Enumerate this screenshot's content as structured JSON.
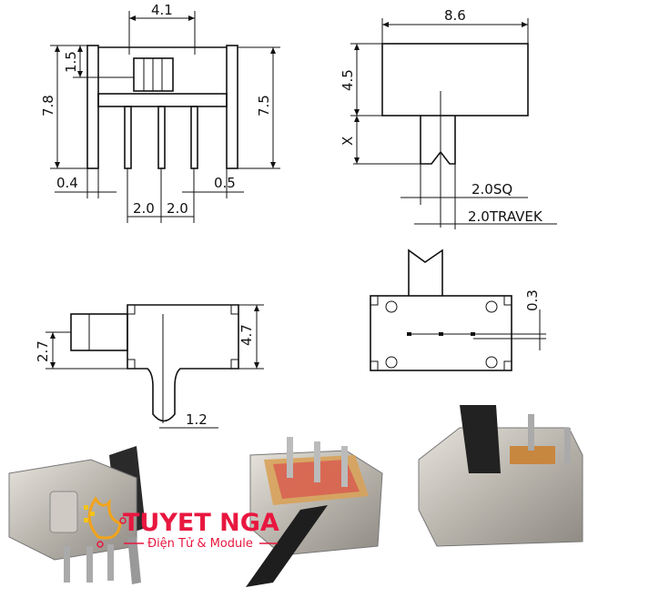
{
  "drawings": {
    "side_view": {
      "width": "4.1",
      "height_total": "7.8",
      "actuator_height": "1.5",
      "body_height": "7.5",
      "left_offset": "0.4",
      "right_offset": "0.5",
      "pitch_left": "2.0",
      "pitch_right": "2.0"
    },
    "front_view": {
      "width": "8.6",
      "height": "4.5",
      "actuator_length": "X",
      "actuator_size": "2.0SQ",
      "travel": "2.0TRAVEK"
    },
    "end_view": {
      "actuator_offset": "2.7",
      "body_height": "4.7",
      "pin_width": "1.2"
    },
    "top_view": {
      "slot_offset": "0.3"
    }
  },
  "logo": {
    "title": "TUYET NGA",
    "subtitle": "Điện Tử & Module",
    "color": "#e8173f"
  }
}
